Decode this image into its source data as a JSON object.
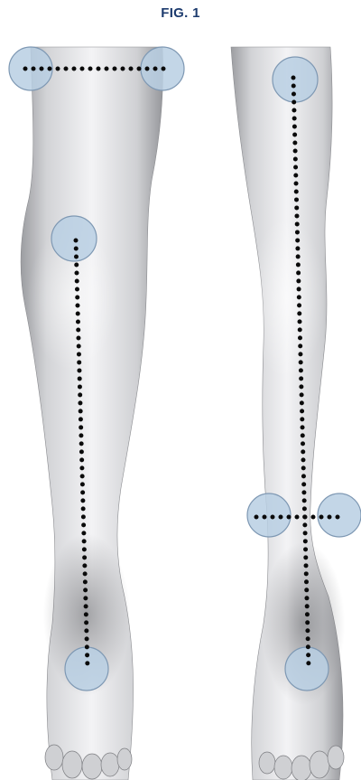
{
  "figure": {
    "title": "FIG. 1"
  },
  "legs": [
    {
      "id": "left-leg",
      "markers": [
        "thigh-left-edge",
        "thigh-right-edge",
        "knee-back",
        "heel"
      ],
      "dotted_lines": [
        "thigh-width",
        "knee-to-heel"
      ]
    },
    {
      "id": "right-leg",
      "markers": [
        "knee-back",
        "ankle-left-edge",
        "ankle-right-edge",
        "heel"
      ],
      "dotted_lines": [
        "knee-to-heel",
        "ankle-width"
      ]
    }
  ],
  "colors": {
    "title": "#1d3b6e",
    "skin_light": "#f2f2f4",
    "skin_mid": "#c9cacd",
    "skin_dark": "#8e8f93",
    "marker_fill": "#b9cfe3",
    "marker_stroke": "#7e98b3",
    "dots": "#0a0a0a"
  }
}
